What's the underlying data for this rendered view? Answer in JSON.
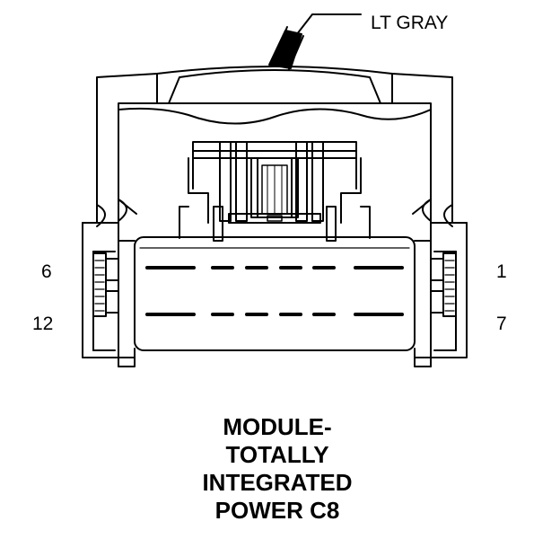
{
  "wire_label": "LT GRAY",
  "pin_labels": {
    "top_left": "6",
    "bottom_left": "12",
    "top_right": "1",
    "bottom_right": "7"
  },
  "caption": {
    "line1": "MODULE-",
    "line2": "TOTALLY",
    "line3": "INTEGRATED",
    "line4": "POWER C8"
  },
  "colors": {
    "line": "#000000",
    "background": "#ffffff"
  }
}
